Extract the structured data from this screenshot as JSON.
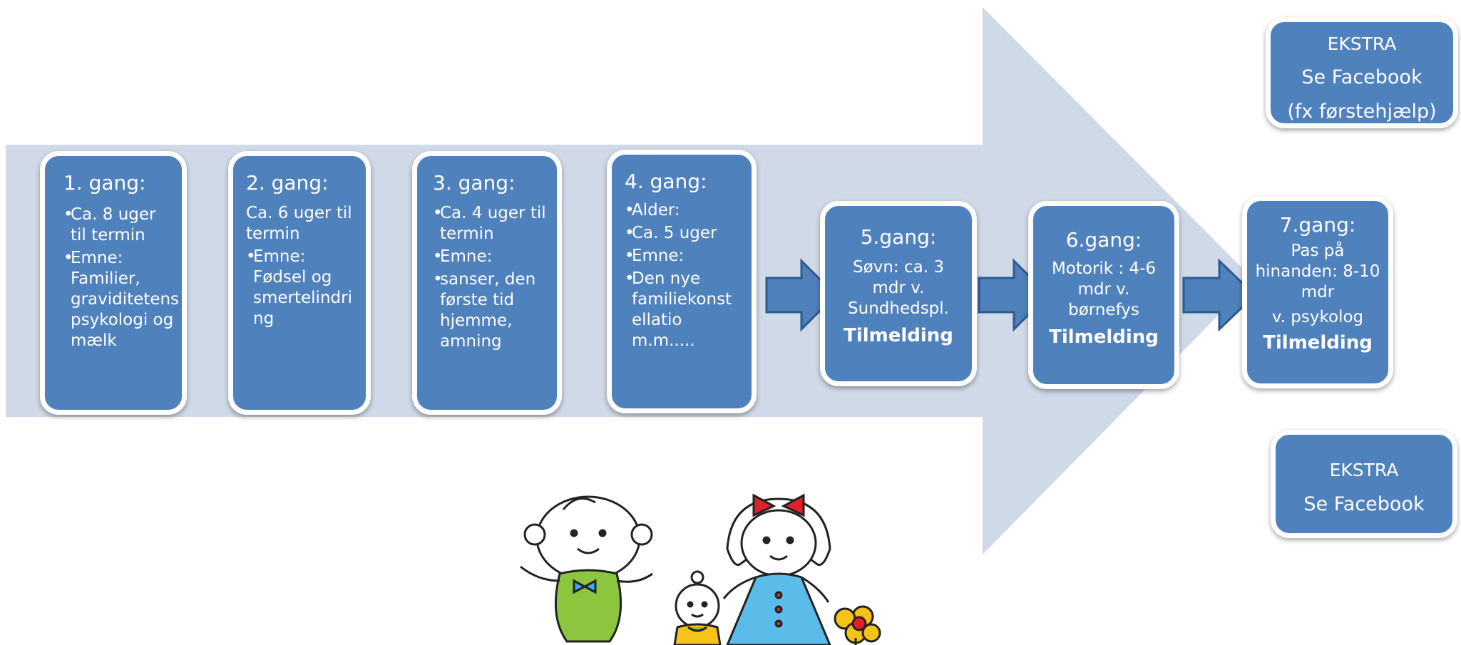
{
  "colors": {
    "arrow_bg": "#d0d9e7",
    "box_fill": "#4f81bd",
    "small_arrow": "#4f81bd",
    "small_arrow_stroke": "#2c5a91"
  },
  "steps": [
    {
      "title": "1. gang:",
      "lines": [
        {
          "bullet": true,
          "text": "Ca. 8 uger til termin"
        },
        {
          "bullet": true,
          "text": "Emne: Familier, graviditetens psykologi og mælk"
        }
      ]
    },
    {
      "title": "2. gang:",
      "lines": [
        {
          "bullet": false,
          "text": "Ca. 6 uger til termin"
        },
        {
          "bullet": true,
          "text": "Emne: Fødsel og smertelindri ng"
        }
      ]
    },
    {
      "title": "3. gang:",
      "lines": [
        {
          "bullet": true,
          "text": "Ca. 4 uger til termin"
        },
        {
          "bullet": true,
          "text": "Emne:"
        },
        {
          "bullet": true,
          "text": "sanser, den første tid hjemme, amning"
        }
      ]
    },
    {
      "title": "4. gang:",
      "lines": [
        {
          "bullet": true,
          "text": "Alder:"
        },
        {
          "bullet": true,
          "text": "Ca. 5 uger"
        },
        {
          "bullet": true,
          "text": "Emne:"
        },
        {
          "bullet": true,
          "text": "Den nye familiekonst ellatio m.m....."
        }
      ]
    },
    {
      "title": "5.gang:",
      "text": "Søvn:  ca. 3 mdr v. Sundhedspl.",
      "signup": "Tilmelding"
    },
    {
      "title": "6.gang:",
      "text": "Motorik : 4-6 mdr v. børnefys",
      "signup": "Tilmelding"
    },
    {
      "title": "7.gang:",
      "text": "Pas på hinanden: 8-10 mdr",
      "sub": "v. psykolog",
      "signup": "Tilmelding"
    }
  ],
  "extra_top": {
    "line1": "EKSTRA",
    "line2": "Se Facebook",
    "line3": "(fx førstehjælp)"
  },
  "extra_bottom": {
    "line1": "EKSTRA",
    "line2": "Se  Facebook"
  },
  "illustration": {
    "icon": "children-cartoon-illustration"
  }
}
